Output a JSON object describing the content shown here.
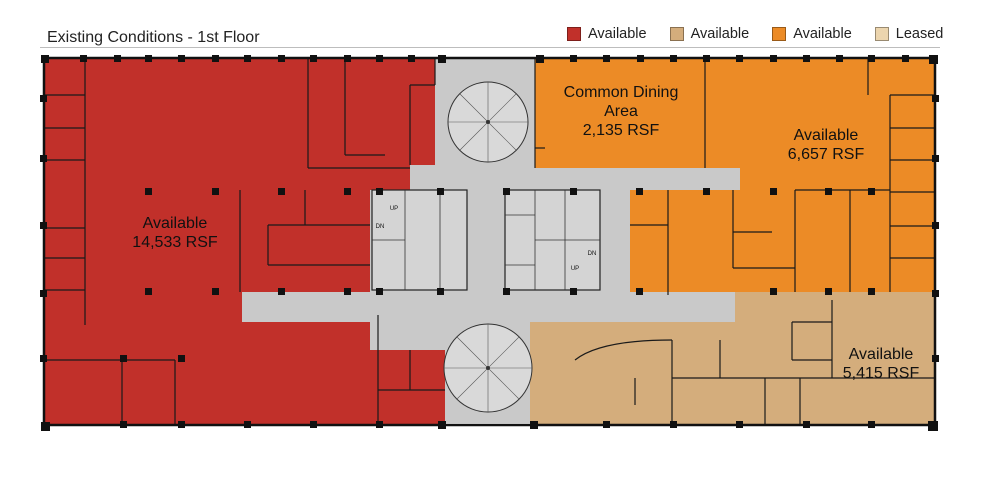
{
  "title": "Existing Conditions - 1st Floor",
  "legend": [
    {
      "label": "Available",
      "color": "#c1302a"
    },
    {
      "label": "Available",
      "color": "#d4ad7c"
    },
    {
      "label": "Available",
      "color": "#ec8b26"
    },
    {
      "label": "Leased",
      "color": "#ecd5ae"
    }
  ],
  "spaces": {
    "west": {
      "status": "Available",
      "area": "14,533 RSF",
      "color": "#c1302a"
    },
    "dining": {
      "line1": "Common Dining",
      "line2": "Area",
      "area": "2,135 RSF",
      "color": "#ec8b26"
    },
    "east_north": {
      "status": "Available",
      "area": "6,657 RSF",
      "color": "#ec8b26"
    },
    "east_south": {
      "status": "Available",
      "area": "5,415 RSF",
      "color": "#d4ad7c"
    }
  },
  "core": {
    "color": "#c9c9c9",
    "stair_labels": [
      "DN",
      "UP",
      "UP",
      "DN"
    ]
  }
}
